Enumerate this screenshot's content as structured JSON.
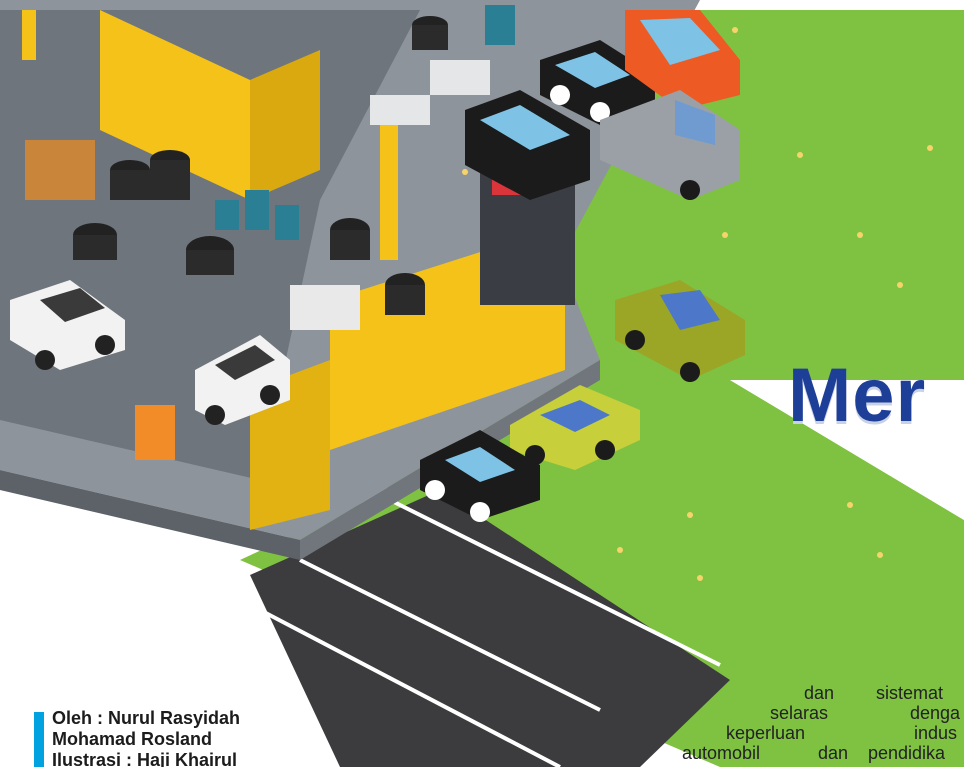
{
  "article": {
    "headline_fragment": "Mer",
    "byline": {
      "line1": "Oleh : Nurul Rasyidah",
      "line2": "Mohamad Rosland",
      "line3": "Ilustrasi : Haji Khairul"
    },
    "body_rows": [
      [
        "dan",
        "sistemat"
      ],
      [
        "selaras",
        "denga"
      ],
      [
        "keperluan",
        "indus"
      ],
      [
        "automobil",
        "dan",
        "pendidika"
      ]
    ]
  },
  "illustration": {
    "subject": "isometric automotive workshop with cars, tyres and lifts beside a road and grass field",
    "colors": {
      "grass": "#7fc242",
      "floor": "#8e949b",
      "wall": "#f5c21a",
      "road": "#3c3c3e",
      "headline": "#1e3f98",
      "accent_bar": "#00a3e0"
    }
  }
}
